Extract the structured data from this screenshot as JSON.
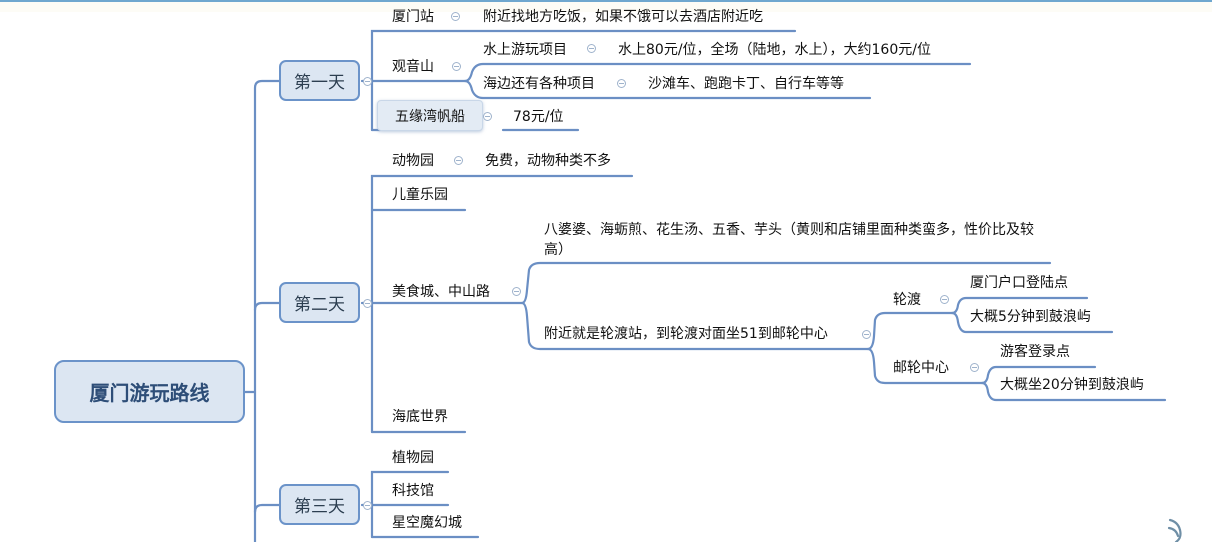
{
  "title": "厦门游玩路线",
  "days": [
    {
      "label": "第一天",
      "items": [
        {
          "label": "厦门站",
          "children": [
            {
              "label": "附近找地方吃饭，如果不饿可以去酒店附近吃"
            }
          ]
        },
        {
          "label": "观音山",
          "children": [
            {
              "label": "水上游玩项目",
              "children": [
                {
                  "label": "水上80元/位，全场（陆地，水上），大约160元/位"
                }
              ]
            },
            {
              "label": "海边还有各种项目",
              "children": [
                {
                  "label": "沙滩车、跑跑卡丁、自行车等等"
                }
              ]
            }
          ]
        },
        {
          "label": "五缘湾帆船",
          "children": [
            {
              "label": "78元/位"
            }
          ]
        }
      ]
    },
    {
      "label": "第二天",
      "items": [
        {
          "label": "动物园",
          "children": [
            {
              "label": "免费，动物种类不多"
            }
          ]
        },
        {
          "label": "儿童乐园"
        },
        {
          "label": "美食城、中山路",
          "children": [
            {
              "label": "八婆婆、海蛎煎、花生汤、五香、芋头（黄则和店铺里面种类蛮多，性价比及较高）"
            },
            {
              "label": "附近就是轮渡站，到轮渡对面坐51到邮轮中心",
              "children": [
                {
                  "label": "轮渡",
                  "children": [
                    {
                      "label": "厦门户口登陆点"
                    },
                    {
                      "label": "大概5分钟到鼓浪屿"
                    }
                  ]
                },
                {
                  "label": "邮轮中心",
                  "children": [
                    {
                      "label": "游客登录点"
                    },
                    {
                      "label": "大概坐20分钟到鼓浪屿"
                    }
                  ]
                }
              ]
            }
          ]
        },
        {
          "label": "海底世界"
        }
      ]
    },
    {
      "label": "第三天",
      "items": [
        {
          "label": "植物园"
        },
        {
          "label": "科技馆"
        },
        {
          "label": "星空魔幻城"
        }
      ]
    }
  ],
  "colors": {
    "line": "#6b8fc4",
    "node_fill": "#dce6f2",
    "node_border": "#6b93c9",
    "top_bar": "#6fa7cf"
  }
}
